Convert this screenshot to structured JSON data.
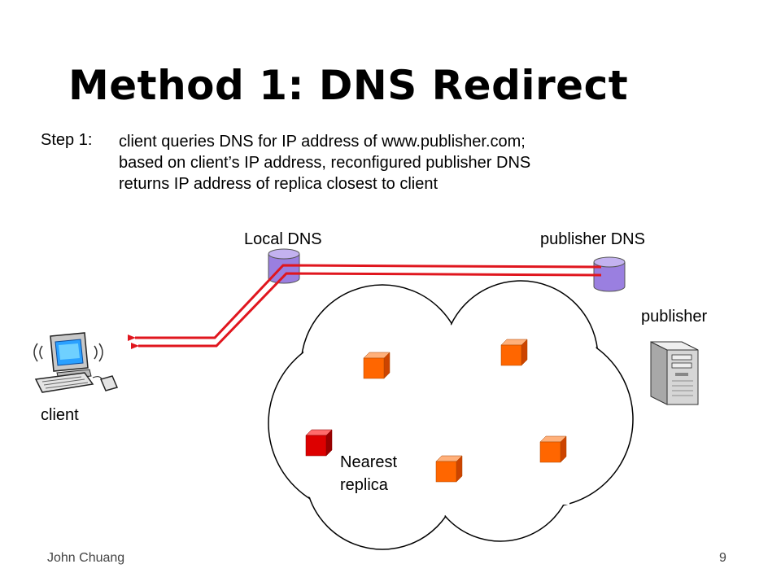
{
  "slide": {
    "title": "Method 1: DNS Redirect",
    "step_label": "Step 1:",
    "step_lines": [
      "client queries DNS for IP address of www.publisher.com;",
      "based on client’s IP address, reconfigured publisher DNS",
      "returns IP address of replica closest to client"
    ]
  },
  "labels": {
    "local_dns": "Local DNS",
    "publisher_dns": "publisher DNS",
    "publisher": "publisher",
    "client": "client",
    "nearest_replica": [
      "Nearest",
      "replica"
    ]
  },
  "footer": {
    "author": "John Chuang",
    "page": "9"
  },
  "colors": {
    "arrow": "#e0161e",
    "replica": "#ff6600",
    "nearest_replica": "#dd0000",
    "dns_server": "#9a7fe0"
  }
}
